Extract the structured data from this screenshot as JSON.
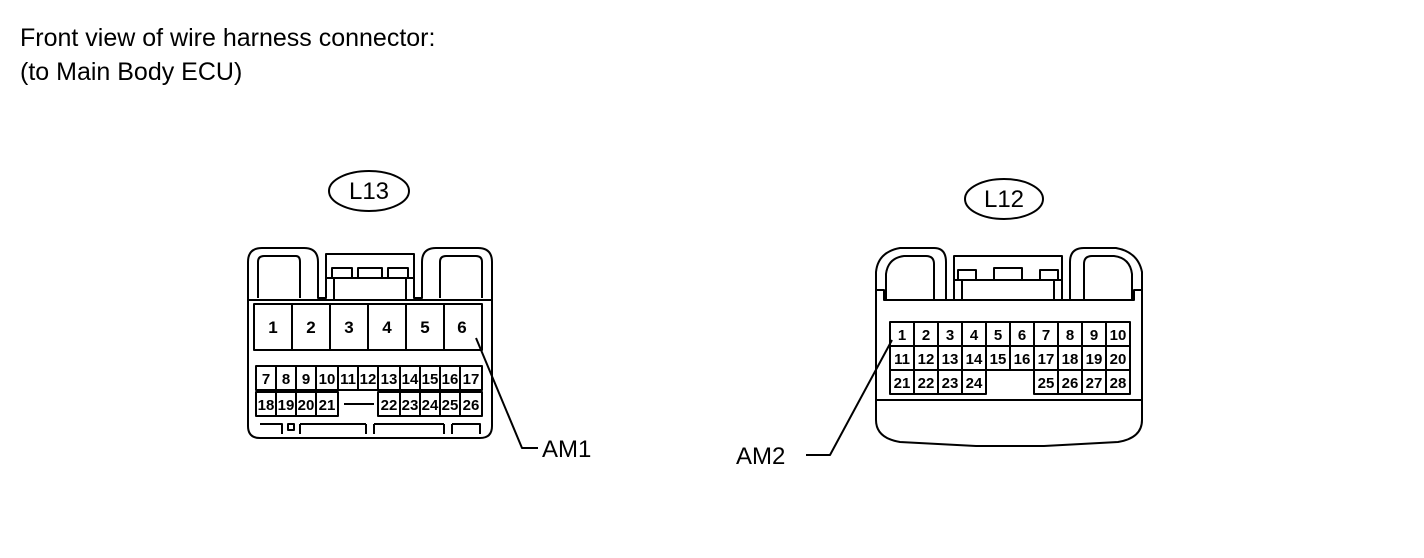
{
  "title": {
    "line1": "Front view of wire harness connector:",
    "line2": "(to Main Body ECU)"
  },
  "connectors": [
    {
      "id": "L13",
      "rows": [
        [
          "1",
          "2",
          "3",
          "4",
          "5",
          "6"
        ],
        [
          "7",
          "8",
          "9",
          "10",
          "11",
          "12",
          "13",
          "14",
          "15",
          "16",
          "17"
        ],
        [
          "18",
          "19",
          "20",
          "21",
          "",
          "",
          "22",
          "23",
          "24",
          "25",
          "26"
        ]
      ],
      "wire": "AM1",
      "wire_pin": "6"
    },
    {
      "id": "L12",
      "rows": [
        [
          "1",
          "2",
          "3",
          "4",
          "5",
          "6",
          "7",
          "8",
          "9",
          "10"
        ],
        [
          "11",
          "12",
          "13",
          "14",
          "15",
          "16",
          "17",
          "18",
          "19",
          "20"
        ],
        [
          "21",
          "22",
          "23",
          "24",
          "",
          "",
          "25",
          "26",
          "27",
          "28"
        ]
      ],
      "wire": "AM2",
      "wire_pin": "1"
    }
  ],
  "colors": {
    "line": "#000000",
    "background": "#ffffff"
  }
}
